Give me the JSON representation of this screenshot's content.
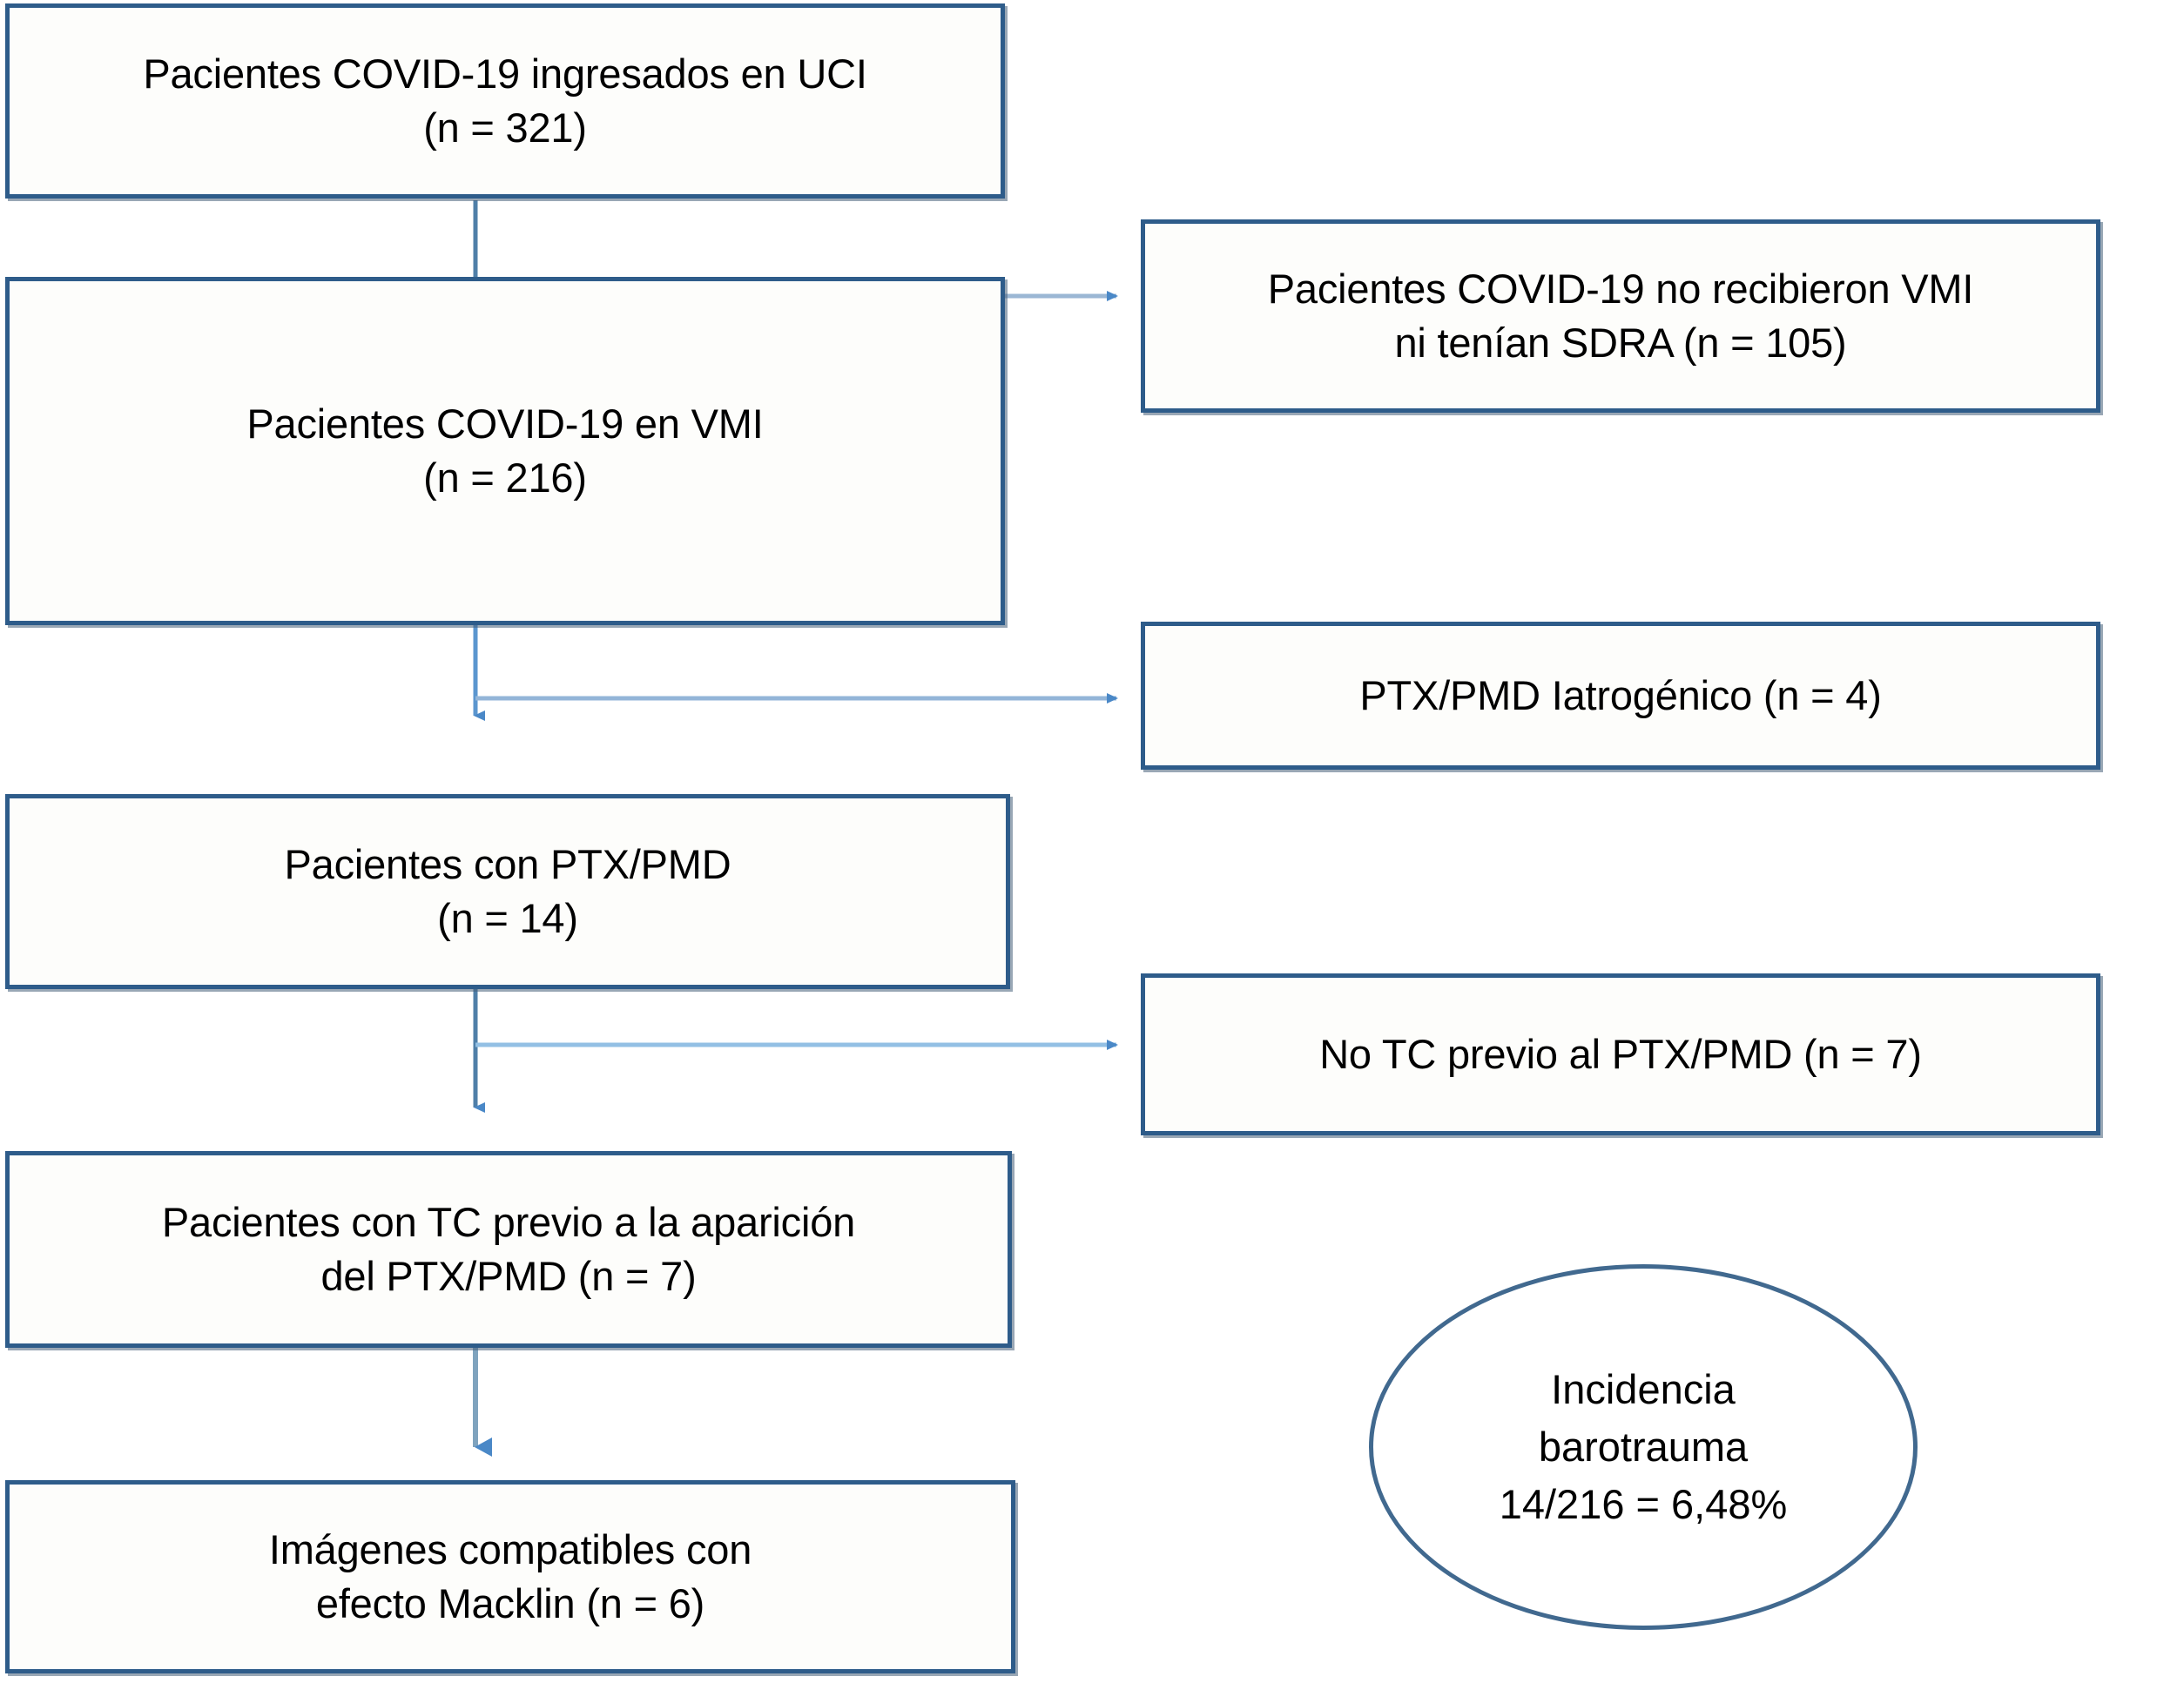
{
  "figure": {
    "type": "flowchart",
    "language": "es",
    "colors": {
      "box_border": "#2e5c8a",
      "ellipse_border": "#41698f",
      "arrow_vertical": "#4a88c7",
      "arrow_horizontal": "#4a88c7",
      "text": "#000000",
      "background": "#ffffff"
    }
  },
  "nodes": {
    "box1": {
      "text": "Pacientes COVID-19 ingresados en UCI\n(n = 321)",
      "n": 321
    },
    "box2": {
      "text": "Pacientes COVID-19 en VMI\n(n = 216)",
      "n": 216
    },
    "box3": {
      "text": "Pacientes con PTX/PMD\n(n = 14)",
      "n": 14
    },
    "box4": {
      "text": "Pacientes con TC previo a la aparición\ndel PTX/PMD   (n = 7)",
      "n": 7
    },
    "box5": {
      "text": "Imágenes compatibles con\nefecto Macklin   (n = 6)",
      "n": 6
    },
    "excl1": {
      "text": "Pacientes COVID-19 no recibieron VMI\nni tenían SDRA    (n = 105)",
      "n": 105
    },
    "excl2": {
      "text": "PTX/PMD Iatrogénico (n = 4)",
      "n": 4
    },
    "excl3": {
      "text": "No TC previo al PTX/PMD  (n = 7)",
      "n": 7
    },
    "ellipse": {
      "text": "Incidencia\nbarotrauma\n14/216 = 6,48%",
      "numerator": 14,
      "denominator": 216,
      "percent": "6,48%"
    }
  },
  "edges": [
    {
      "from": "box1",
      "to": "box2",
      "kind": "vertical"
    },
    {
      "from": "box1",
      "to": "excl1",
      "kind": "horizontal"
    },
    {
      "from": "box2",
      "to": "box3",
      "kind": "vertical"
    },
    {
      "from": "box2",
      "to": "excl2",
      "kind": "horizontal"
    },
    {
      "from": "box3",
      "to": "box4",
      "kind": "vertical"
    },
    {
      "from": "box3",
      "to": "excl3",
      "kind": "horizontal"
    },
    {
      "from": "box4",
      "to": "box5",
      "kind": "vertical"
    }
  ]
}
